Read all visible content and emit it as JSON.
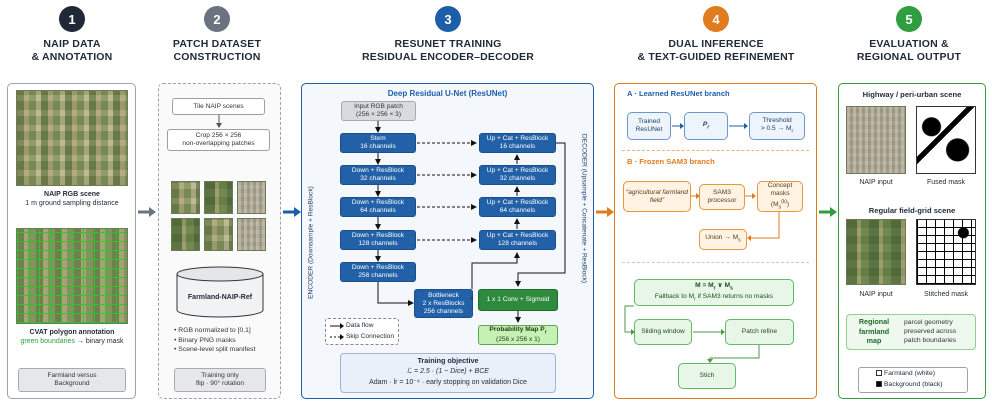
{
  "stages": [
    {
      "num": "1",
      "color": "#1f2937",
      "title_l1": "NAIP DATA",
      "title_l2": "& ANNOTATION"
    },
    {
      "num": "2",
      "color": "#6b7280",
      "title_l1": "PATCH DATASET",
      "title_l2": "CONSTRUCTION"
    },
    {
      "num": "3",
      "color": "#1d5ea8",
      "title_l1": "RESUNET TRAINING",
      "title_l2": "RESIDUAL ENCODER–DECODER"
    },
    {
      "num": "4",
      "color": "#e07b1e",
      "title_l1": "DUAL INFERENCE",
      "title_l2": "& TEXT-GUIDED REFINEMENT"
    },
    {
      "num": "5",
      "color": "#2e9e3e",
      "title_l1": "EVALUATION &",
      "title_l2": "REGIONAL OUTPUT"
    }
  ],
  "stage1": {
    "rgb_caption": "NAIP RGB scene",
    "rgb_sub": "1 m ground sampling distance",
    "cvat_caption": "CVAT polygon annotation",
    "cvat_sub_green": "green boundaries",
    "cvat_sub_rest": "→ binary mask",
    "classes": "Farmland versus Background"
  },
  "stage2": {
    "tile": "Tile NAIP scenes",
    "crop_l1": "Crop 256 × 256",
    "crop_l2": "non-overlapping patches",
    "dataset": "Farmland-NAIP-Ref",
    "bullets": [
      "RGB normalized to [0,1]",
      "Binary PNG masks",
      "Scene-level split manifest"
    ],
    "training_only": "Training only",
    "augment": "flip · 90° rotation"
  },
  "stage3": {
    "heading": "Deep Residual U-Net (ResUNet)",
    "input_l1": "Input RGB patch",
    "input_l2": "(256 × 256 × 3)",
    "encoder_label": "ENCODER (Downsample + ResBlock)",
    "decoder_label": "DECODER (Upsample + Concatenate + ResBlock)",
    "encoder": [
      {
        "l1": "Stem",
        "l2": "16 channels"
      },
      {
        "l1": "Down + ResBlock",
        "l2": "32 channels"
      },
      {
        "l1": "Down + ResBlock",
        "l2": "64 channels"
      },
      {
        "l1": "Down + ResBlock",
        "l2": "128 channels"
      },
      {
        "l1": "Down + ResBlock",
        "l2": "256 channels"
      }
    ],
    "decoder": [
      {
        "l1": "Up + Cat + ResBlock",
        "l2": "16 channels"
      },
      {
        "l1": "Up + Cat + ResBlock",
        "l2": "32 channels"
      },
      {
        "l1": "Up + Cat + ResBlock",
        "l2": "64 channels"
      },
      {
        "l1": "Up + Cat + ResBlock",
        "l2": "128 channels"
      }
    ],
    "bottleneck_l1": "Bottleneck",
    "bottleneck_l2": "2 x ResBlocks",
    "bottleneck_l3": "256 channels",
    "conv": "1 x 1 Conv + Sigmoid",
    "prob_l1": "Probability Map P",
    "prob_sub": "r",
    "prob_l2": "(256 x 256 x 1)",
    "legend_flow": "Data flow",
    "legend_skip": "Skip Connection",
    "objective_title": "Training objective",
    "objective_loss": "ℒ = 2.5 · (1 − Dice) + BCE",
    "objective_opt": "Adam · lr = 10⁻⁴ · early stopping on validation Dice"
  },
  "stage4": {
    "a_title": "A · Learned ResUNet branch",
    "trained": "Trained ResUNet",
    "pr": "P",
    "pr_sub": "r",
    "threshold_l1": "Threshold",
    "threshold_l2": "> 0.5 → M",
    "threshold_sub": "r",
    "b_title": "B · Frozen SAM3 branch",
    "prompt": "“agricultural farmland field”",
    "sam3": "SAM3 processor",
    "concept_l1": "Concept",
    "concept_l2": "masks",
    "concept_l3": "(M",
    "concept_sub": "s",
    "concept_sup": "(k)",
    "union": "Union → M",
    "union_sub": "s",
    "merge_l1": "M = M",
    "merge_l1_sub1": "r",
    "merge_or": " ∨ M",
    "merge_l1_sub2": "s",
    "merge_l2": "Fallback to M",
    "merge_l2_sub": "r",
    "merge_l2_rest": " if SAM3 returns no masks",
    "sliding": "Sliding window",
    "refine": "Patch refine",
    "stitch": "Stich"
  },
  "stage5": {
    "highway_title": "Highway / peri-urban scene",
    "naip_input": "NAIP input",
    "fused_mask": "Fused mask",
    "grid_title": "Regular field-grid scene",
    "naip_input2": "NAIP input",
    "stitched_mask": "Stitched mask",
    "regional_l1": "Regional",
    "regional_l2": "farmland",
    "regional_l3": "map",
    "parcel": "parcel geometry preserved across patch boundaries",
    "legend_farm": "Farmland (white)",
    "legend_bg": "Background (black)"
  },
  "colors": {
    "stage1_border": "#9ca3af",
    "stage2_border": "#9ca3af",
    "stage3_border": "#1d5ea8",
    "stage4_border": "#e07b1e",
    "stage5_border": "#2e9e3e",
    "block_blue": "#2261a8",
    "probability_green": "#c7f0b4"
  }
}
